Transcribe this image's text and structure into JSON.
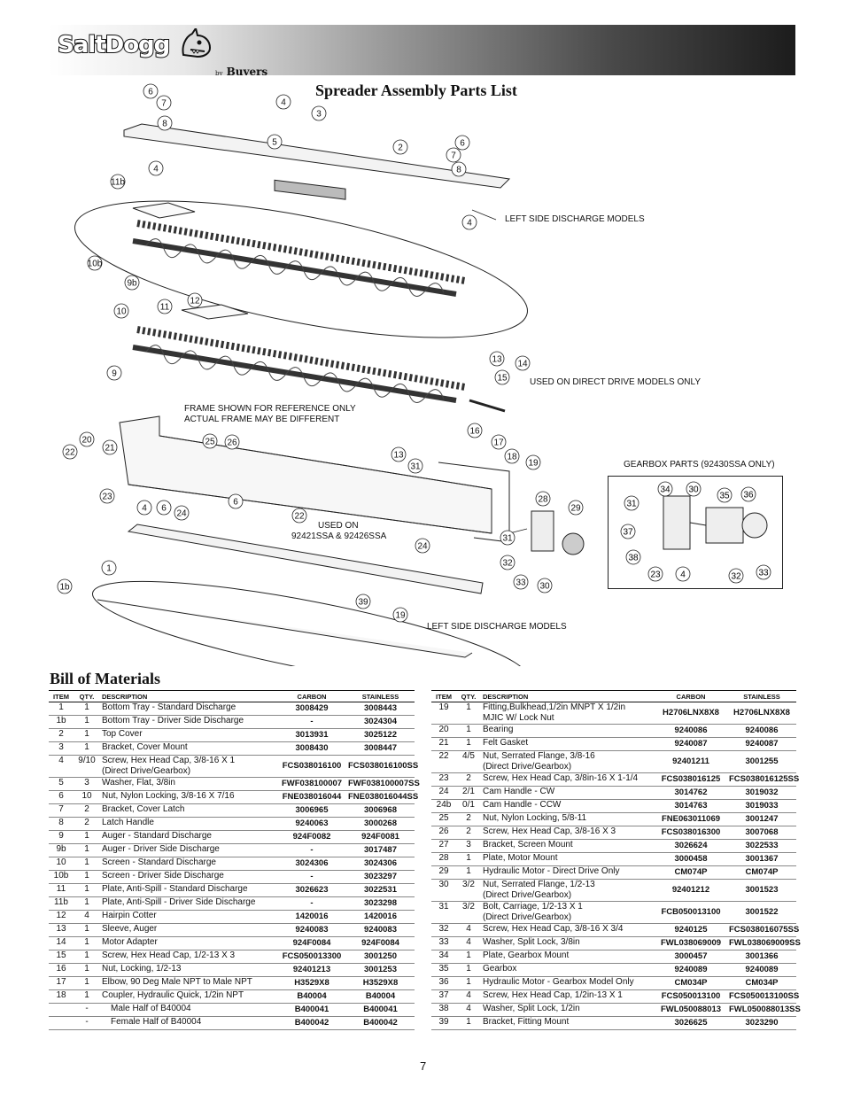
{
  "header": {
    "logo_text": "SaltDogg",
    "logo_by": "by",
    "logo_brand": "Buyers"
  },
  "parts_list": {
    "title": "Spreader Assembly Parts List",
    "notes": {
      "left_side_discharge_top": "LEFT SIDE DISCHARGE MODELS",
      "direct_drive": "USED ON DIRECT DRIVE MODELS ONLY",
      "frame_ref_line1": "FRAME SHOWN FOR REFERENCE ONLY",
      "frame_ref_line2": "ACTUAL FRAME MAY BE DIFFERENT",
      "gearbox_parts": "GEARBOX PARTS (92430SSA ONLY)",
      "used_on_line1": "USED ON",
      "used_on_line2": "92421SSA & 92426SSA",
      "left_side_discharge_bottom": "LEFT SIDE DISCHARGE MODELS"
    },
    "callouts": [
      "6",
      "7",
      "8",
      "4",
      "4",
      "3",
      "5",
      "2",
      "6",
      "7",
      "8",
      "4",
      "11b",
      "10b",
      "9b",
      "10",
      "11",
      "12",
      "9",
      "13",
      "14",
      "15",
      "16",
      "20",
      "21",
      "22",
      "23",
      "25",
      "26",
      "13",
      "31",
      "17",
      "18",
      "19",
      "4",
      "6",
      "24",
      "6",
      "22",
      "24",
      "1",
      "28",
      "29",
      "31",
      "32",
      "33",
      "30",
      "1b",
      "39",
      "19",
      "34",
      "30",
      "35",
      "36",
      "31",
      "37",
      "38",
      "23",
      "4",
      "32",
      "33"
    ]
  },
  "bom": {
    "title": "Bill of Materials",
    "headers": {
      "item": "ITEM",
      "qty": "QTY.",
      "description": "DESCRIPTION",
      "carbon": "CARBON",
      "stainless": "STAINLESS"
    },
    "left": [
      {
        "item": "1",
        "qty": "1",
        "desc": "Bottom Tray - Standard Discharge",
        "carbon": "3008429",
        "stainless": "3008443"
      },
      {
        "item": "1b",
        "qty": "1",
        "desc": "Bottom Tray - Driver Side Discharge",
        "carbon": "-",
        "stainless": "3024304"
      },
      {
        "item": "2",
        "qty": "1",
        "desc": "Top Cover",
        "carbon": "3013931",
        "stainless": "3025122"
      },
      {
        "item": "3",
        "qty": "1",
        "desc": "Bracket, Cover Mount",
        "carbon": "3008430",
        "stainless": "3008447"
      },
      {
        "item": "4",
        "qty": "9/10",
        "desc": "Screw, Hex Head Cap, 3/8-16 X 1\n(Direct Drive/Gearbox)",
        "carbon": "FCS038016100",
        "stainless": "FCS038016100SS"
      },
      {
        "item": "5",
        "qty": "3",
        "desc": "Washer, Flat, 3/8in",
        "carbon": "FWF038100007",
        "stainless": "FWF038100007SS"
      },
      {
        "item": "6",
        "qty": "10",
        "desc": "Nut, Nylon Locking, 3/8-16 X 7/16",
        "carbon": "FNE038016044",
        "stainless": "FNE038016044SS"
      },
      {
        "item": "7",
        "qty": "2",
        "desc": "Bracket, Cover Latch",
        "carbon": "3006965",
        "stainless": "3006968"
      },
      {
        "item": "8",
        "qty": "2",
        "desc": "Latch Handle",
        "carbon": "9240063",
        "stainless": "3000268"
      },
      {
        "item": "9",
        "qty": "1",
        "desc": "Auger - Standard Discharge",
        "carbon": "924F0082",
        "stainless": "924F0081"
      },
      {
        "item": "9b",
        "qty": "1",
        "desc": "Auger - Driver Side Discharge",
        "carbon": "-",
        "stainless": "3017487"
      },
      {
        "item": "10",
        "qty": "1",
        "desc": "Screen - Standard Discharge",
        "carbon": "3024306",
        "stainless": "3024306"
      },
      {
        "item": "10b",
        "qty": "1",
        "desc": "Screen - Driver Side Discharge",
        "carbon": "-",
        "stainless": "3023297"
      },
      {
        "item": "11",
        "qty": "1",
        "desc": "Plate, Anti-Spill - Standard Discharge",
        "carbon": "3026623",
        "stainless": "3022531"
      },
      {
        "item": "11b",
        "qty": "1",
        "desc": "Plate, Anti-Spill - Driver Side Discharge",
        "carbon": "-",
        "stainless": "3023298"
      },
      {
        "item": "12",
        "qty": "4",
        "desc": "Hairpin Cotter",
        "carbon": "1420016",
        "stainless": "1420016"
      },
      {
        "item": "13",
        "qty": "1",
        "desc": "Sleeve, Auger",
        "carbon": "9240083",
        "stainless": "9240083"
      },
      {
        "item": "14",
        "qty": "1",
        "desc": "Motor Adapter",
        "carbon": "924F0084",
        "stainless": "924F0084"
      },
      {
        "item": "15",
        "qty": "1",
        "desc": "Screw, Hex Head Cap, 1/2-13 X 3",
        "carbon": "FCS050013300",
        "stainless": "3001250"
      },
      {
        "item": "16",
        "qty": "1",
        "desc": "Nut, Locking, 1/2-13",
        "carbon": "92401213",
        "stainless": "3001253"
      },
      {
        "item": "17",
        "qty": "1",
        "desc": "Elbow, 90 Deg Male NPT to Male NPT",
        "carbon": "H3529X8",
        "stainless": "H3529X8"
      },
      {
        "item": "18",
        "qty": "1",
        "desc": "Coupler, Hydraulic Quick, 1/2in NPT",
        "carbon": "B40004",
        "stainless": "B40004"
      },
      {
        "item": "",
        "qty": "-",
        "desc": "Male Half of B40004",
        "carbon": "B400041",
        "stainless": "B400041",
        "sub": true
      },
      {
        "item": "",
        "qty": "-",
        "desc": "Female Half of B40004",
        "carbon": "B400042",
        "stainless": "B400042",
        "sub": true
      }
    ],
    "right": [
      {
        "item": "19",
        "qty": "1",
        "desc": "Fitting,Bulkhead,1/2in MNPT X 1/2in\nMJIC W/ Lock Nut",
        "carbon": "H2706LNX8X8",
        "stainless": "H2706LNX8X8"
      },
      {
        "item": "20",
        "qty": "1",
        "desc": "Bearing",
        "carbon": "9240086",
        "stainless": "9240086"
      },
      {
        "item": "21",
        "qty": "1",
        "desc": "Felt Gasket",
        "carbon": "9240087",
        "stainless": "9240087"
      },
      {
        "item": "22",
        "qty": "4/5",
        "desc": "Nut, Serrated Flange, 3/8-16\n(Direct Drive/Gearbox)",
        "carbon": "92401211",
        "stainless": "3001255"
      },
      {
        "item": "23",
        "qty": "2",
        "desc": "Screw, Hex Head Cap, 3/8in-16 X 1-1/4",
        "carbon": "FCS038016125",
        "stainless": "FCS038016125SS"
      },
      {
        "item": "24",
        "qty": "2/1",
        "desc": "Cam Handle - CW",
        "carbon": "3014762",
        "stainless": "3019032"
      },
      {
        "item": "24b",
        "qty": "0/1",
        "desc": "Cam Handle - CCW",
        "carbon": "3014763",
        "stainless": "3019033"
      },
      {
        "item": "25",
        "qty": "2",
        "desc": "Nut, Nylon Locking, 5/8-11",
        "carbon": "FNE063011069",
        "stainless": "3001247"
      },
      {
        "item": "26",
        "qty": "2",
        "desc": "Screw, Hex Head Cap, 3/8-16 X 3",
        "carbon": "FCS038016300",
        "stainless": "3007068"
      },
      {
        "item": "27",
        "qty": "3",
        "desc": "Bracket, Screen Mount",
        "carbon": "3026624",
        "stainless": "3022533"
      },
      {
        "item": "28",
        "qty": "1",
        "desc": "Plate, Motor Mount",
        "carbon": "3000458",
        "stainless": "3001367"
      },
      {
        "item": "29",
        "qty": "1",
        "desc": "Hydraulic Motor - Direct Drive Only",
        "carbon": "CM074P",
        "stainless": "CM074P"
      },
      {
        "item": "30",
        "qty": "3/2",
        "desc": "Nut, Serrated Flange, 1/2-13\n(Direct Drive/Gearbox)",
        "carbon": "92401212",
        "stainless": "3001523"
      },
      {
        "item": "31",
        "qty": "3/2",
        "desc": "Bolt, Carriage, 1/2-13 X 1\n(Direct Drive/Gearbox)",
        "carbon": "FCB050013100",
        "stainless": "3001522"
      },
      {
        "item": "32",
        "qty": "4",
        "desc": "Screw, Hex Head Cap, 3/8-16 X 3/4",
        "carbon": "9240125",
        "stainless": "FCS038016075SS"
      },
      {
        "item": "33",
        "qty": "4",
        "desc": "Washer, Split Lock, 3/8in",
        "carbon": "FWL038069009",
        "stainless": "FWL038069009SS"
      },
      {
        "item": "34",
        "qty": "1",
        "desc": "Plate, Gearbox Mount",
        "carbon": "3000457",
        "stainless": "3001366"
      },
      {
        "item": "35",
        "qty": "1",
        "desc": "Gearbox",
        "carbon": "9240089",
        "stainless": "9240089"
      },
      {
        "item": "36",
        "qty": "1",
        "desc": "Hydraulic Motor - Gearbox Model Only",
        "carbon": "CM034P",
        "stainless": "CM034P"
      },
      {
        "item": "37",
        "qty": "4",
        "desc": "Screw, Hex Head Cap, 1/2in-13 X 1",
        "carbon": "FCS050013100",
        "stainless": "FCS050013100SS"
      },
      {
        "item": "38",
        "qty": "4",
        "desc": "Washer, Split Lock, 1/2in",
        "carbon": "FWL050088013",
        "stainless": "FWL050088013SS"
      },
      {
        "item": "39",
        "qty": "1",
        "desc": "Bracket, Fitting Mount",
        "carbon": "3026625",
        "stainless": "3023290"
      }
    ]
  },
  "page_number": "7"
}
